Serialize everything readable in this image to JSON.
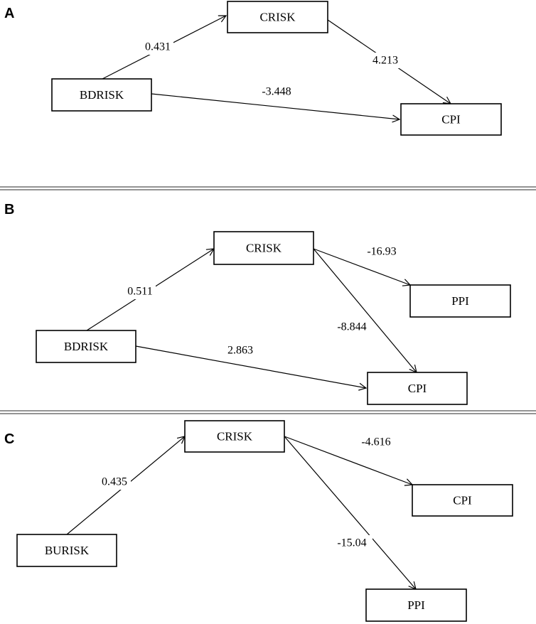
{
  "panels": [
    {
      "label": "A",
      "nodes": {
        "crisk": "CRISK",
        "bdrisk": "BDRISK",
        "cpi": "CPI"
      },
      "edges": {
        "bdrisk_crisk": "0.431",
        "crisk_cpi": "4.213",
        "bdrisk_cpi": "-3.448"
      }
    },
    {
      "label": "B",
      "nodes": {
        "crisk": "CRISK",
        "ppi": "PPI",
        "bdrisk": "BDRISK",
        "cpi": "CPI"
      },
      "edges": {
        "bdrisk_crisk": "0.511",
        "crisk_ppi": "-16.93",
        "crisk_cpi": "-8.844",
        "bdrisk_cpi": "2.863"
      }
    },
    {
      "label": "C",
      "nodes": {
        "crisk": "CRISK",
        "cpi": "CPI",
        "burisk": "BURISK",
        "ppi": "PPI"
      },
      "edges": {
        "burisk_crisk": "0.435",
        "crisk_cpi": "-4.616",
        "crisk_ppi": "-15.04"
      }
    }
  ]
}
